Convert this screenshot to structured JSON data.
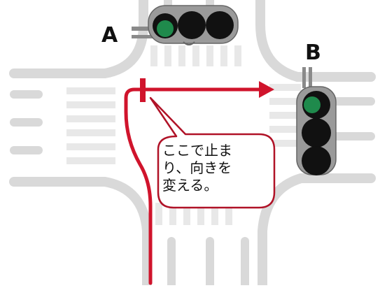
{
  "signals": {
    "a_label": "A",
    "b_label": "B",
    "a_lit": "green",
    "b_lit": "green"
  },
  "callout": {
    "text": "ここで止ま\nり、向きを\n変える。"
  },
  "colors": {
    "road_lines": "#d9d9d9",
    "route": "#d0142c",
    "green_light": "#1f8a4c",
    "dark_light": "#111111",
    "signal_body": "#9a9a9a"
  }
}
